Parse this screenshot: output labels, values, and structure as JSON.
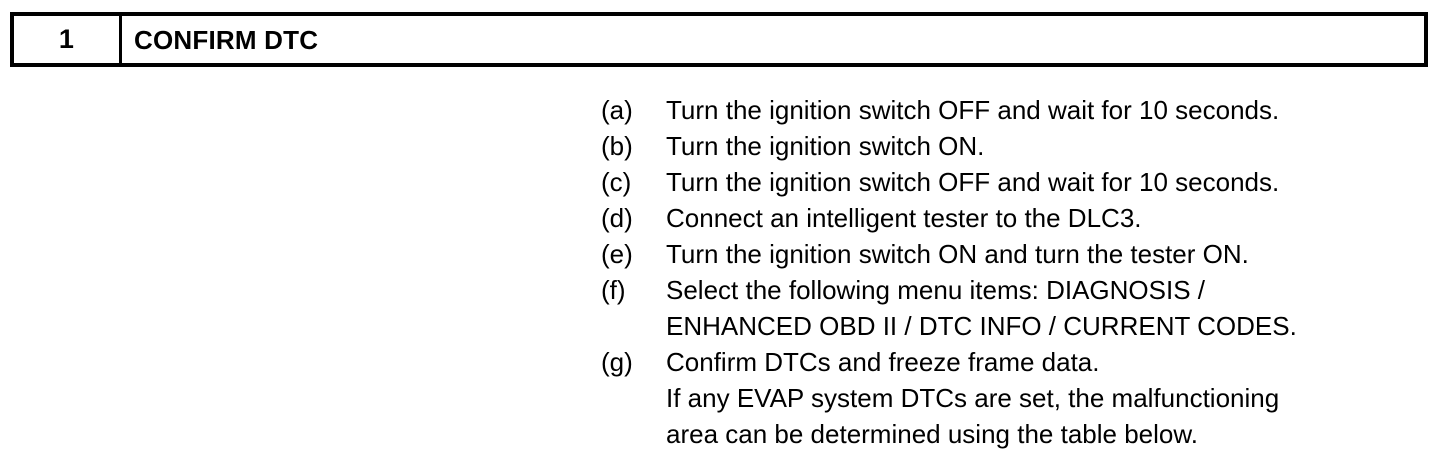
{
  "header": {
    "step_number": "1",
    "title": "CONFIRM DTC"
  },
  "procedure": {
    "items": [
      {
        "marker": "(a)",
        "lines": [
          "Turn the ignition switch OFF and wait for 10 seconds."
        ]
      },
      {
        "marker": "(b)",
        "lines": [
          "Turn the ignition switch ON."
        ]
      },
      {
        "marker": "(c)",
        "lines": [
          "Turn the ignition switch OFF and wait for 10 seconds."
        ]
      },
      {
        "marker": "(d)",
        "lines": [
          "Connect an intelligent tester to the DLC3."
        ]
      },
      {
        "marker": "(e)",
        "lines": [
          "Turn the ignition switch ON and turn the tester ON."
        ]
      },
      {
        "marker": "(f)",
        "lines": [
          "Select the following menu items: DIAGNOSIS /",
          "ENHANCED OBD II / DTC INFO / CURRENT CODES."
        ]
      },
      {
        "marker": "(g)",
        "lines": [
          "Confirm DTCs and freeze frame data.",
          "If any EVAP system DTCs are set, the malfunctioning",
          "area can be determined using the table below."
        ]
      }
    ]
  },
  "colors": {
    "background": "#ffffff",
    "text": "#000000",
    "border": "#000000"
  }
}
